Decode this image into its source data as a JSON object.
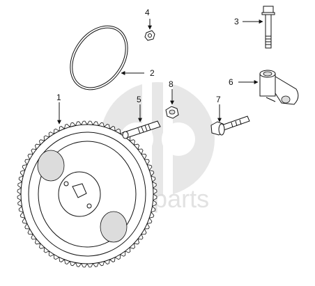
{
  "watermark": {
    "text": "dasa-parts",
    "color": "#d0d0d0"
  },
  "callouts": [
    {
      "id": "1",
      "label": "1"
    },
    {
      "id": "2",
      "label": "2"
    },
    {
      "id": "3",
      "label": "3"
    },
    {
      "id": "4",
      "label": "4"
    },
    {
      "id": "5",
      "label": "5"
    },
    {
      "id": "6",
      "label": "6"
    },
    {
      "id": "7",
      "label": "7"
    },
    {
      "id": "8",
      "label": "8"
    }
  ]
}
